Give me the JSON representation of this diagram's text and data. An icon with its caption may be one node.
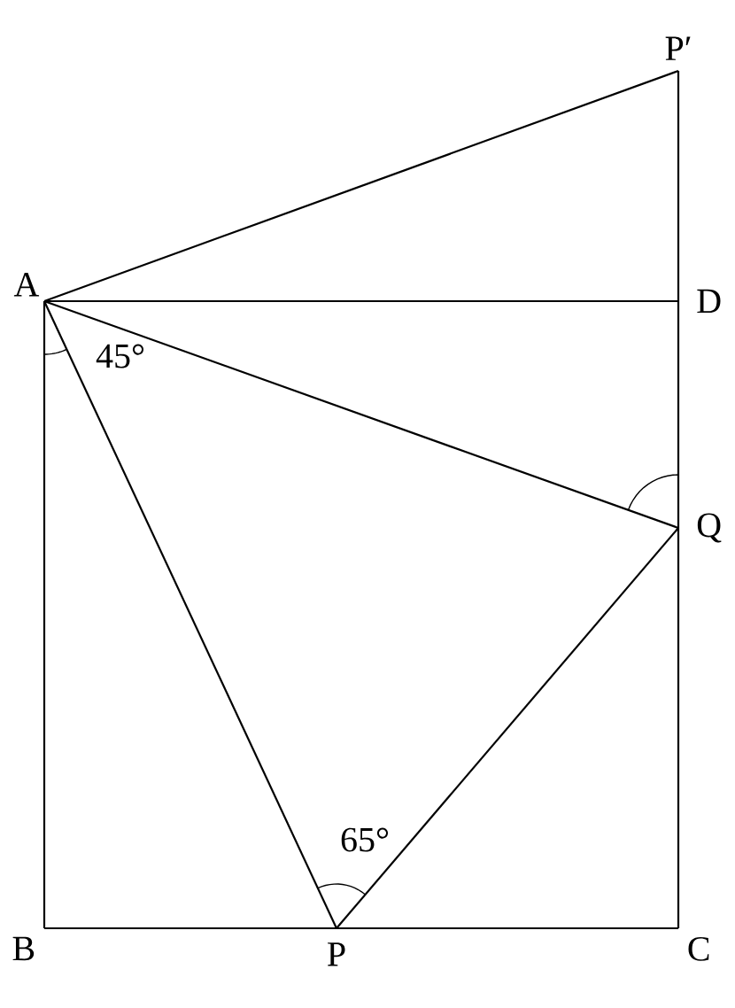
{
  "diagram": {
    "nodes": [
      {
        "text": [
          "P′"
        ]
      },
      {
        "text": [
          "A"
        ]
      },
      {
        "text": [
          "D"
        ]
      },
      {
        "text": [
          "Q"
        ]
      },
      {
        "text": [
          "B"
        ]
      },
      {
        "text": [
          "P"
        ]
      },
      {
        "text": [
          "C"
        ]
      }
    ],
    "edges": [
      {
        "from": 1,
        "to": 0,
        "arrow": "none"
      },
      {
        "from": 0,
        "to": 2,
        "arrow": "none"
      },
      {
        "from": 1,
        "to": 2,
        "arrow": "none"
      },
      {
        "from": 1,
        "to": 3,
        "arrow": "none"
      },
      {
        "from": 1,
        "to": 5,
        "arrow": "none"
      },
      {
        "from": 5,
        "to": 3,
        "arrow": "none"
      },
      {
        "from": 2,
        "to": 3,
        "arrow": "none"
      },
      {
        "from": 3,
        "to": 6,
        "arrow": "none"
      },
      {
        "from": 1,
        "to": 4,
        "arrow": "none"
      },
      {
        "from": 4,
        "to": 5,
        "arrow": "none"
      },
      {
        "from": 5,
        "to": 6,
        "arrow": "none"
      }
    ],
    "labels": [
      "45°",
      "65°"
    ]
  }
}
